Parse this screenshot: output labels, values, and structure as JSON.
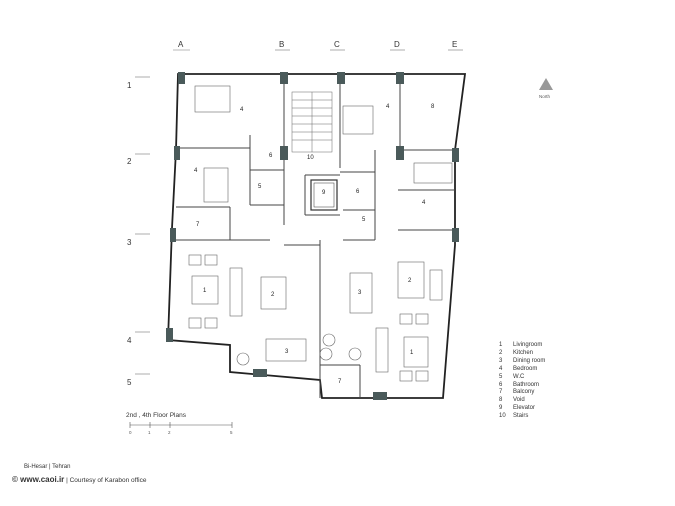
{
  "grid_columns": [
    "A",
    "B",
    "C",
    "D",
    "E"
  ],
  "grid_rows": [
    "1",
    "2",
    "3",
    "4",
    "5"
  ],
  "north_label": "North",
  "rooms_left": [
    {
      "label": "4"
    },
    {
      "label": "4"
    },
    {
      "label": "6"
    },
    {
      "label": "5"
    },
    {
      "label": "7"
    },
    {
      "label": "1"
    },
    {
      "label": "2"
    },
    {
      "label": "3"
    },
    {
      "label": "10"
    },
    {
      "label": "9"
    }
  ],
  "rooms_right": [
    {
      "label": "4"
    },
    {
      "label": "8"
    },
    {
      "label": "6"
    },
    {
      "label": "5"
    },
    {
      "label": "4"
    },
    {
      "label": "3"
    },
    {
      "label": "2"
    },
    {
      "label": "1"
    },
    {
      "label": "7"
    }
  ],
  "legend": [
    {
      "num": "1",
      "name": "Livingroom"
    },
    {
      "num": "2",
      "name": "Kitchen"
    },
    {
      "num": "3",
      "name": "Dining room"
    },
    {
      "num": "4",
      "name": "Bedroom"
    },
    {
      "num": "5",
      "name": "W.C"
    },
    {
      "num": "6",
      "name": "Bathroom"
    },
    {
      "num": "7",
      "name": "Balcony"
    },
    {
      "num": "8",
      "name": "Void"
    },
    {
      "num": "9",
      "name": "Elevator"
    },
    {
      "num": "10",
      "name": "Stairs"
    }
  ],
  "caption": "2nd , 4th Floor Plans",
  "scale_labels": [
    "0",
    "1",
    "2",
    "5"
  ],
  "credit": {
    "project": "Bi-Hesar | Tehran",
    "site": "© www.caoi.ir",
    "separator": " | ",
    "courtesy": "Courtesy of Karabon office"
  },
  "colors": {
    "wall": "#222222",
    "column": "#4a5a5a",
    "line": "#555555"
  }
}
